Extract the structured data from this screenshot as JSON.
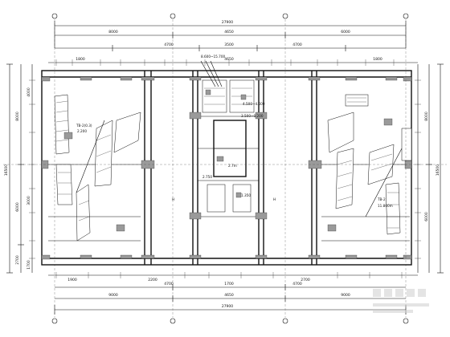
{
  "drawing": {
    "top_overall": "27900",
    "top_row2": [
      "8000",
      "4650",
      "6000"
    ],
    "top_row3": [
      "4700",
      "3500",
      "4700"
    ],
    "top_row4": [
      "1800",
      "4650",
      "1800"
    ],
    "bottom_overall": "27900",
    "bottom_row": [
      "9000",
      "4650",
      "9000"
    ],
    "bottom_row2": [
      "4700",
      "1700",
      "4700"
    ],
    "bottom_row3": [
      "1900",
      "2200",
      "2700"
    ],
    "left_total": "16500",
    "right_total": "16500",
    "left_segments": [
      "8000",
      "6000",
      "2700"
    ],
    "left_sub": [
      "4000",
      "3000",
      "1700"
    ],
    "right_segments": [
      "8000",
      "6000"
    ],
    "elev_top": "8.600~15.700",
    "elev_mid": "4.500~4.600",
    "elev_a": "3.500~0.200",
    "elev_b": "2.200",
    "elev_c": "11.800m",
    "label_a": "1.350",
    "label_b": "2.750",
    "note_1": "H",
    "note_2": "H",
    "stair_left": "TB-2(0.3)",
    "stair_right": "TB-2",
    "room_mid": "2.7m"
  },
  "colors": {
    "line": "#111111",
    "wall_fill": "#9a9a9a",
    "background": "#ffffff"
  }
}
